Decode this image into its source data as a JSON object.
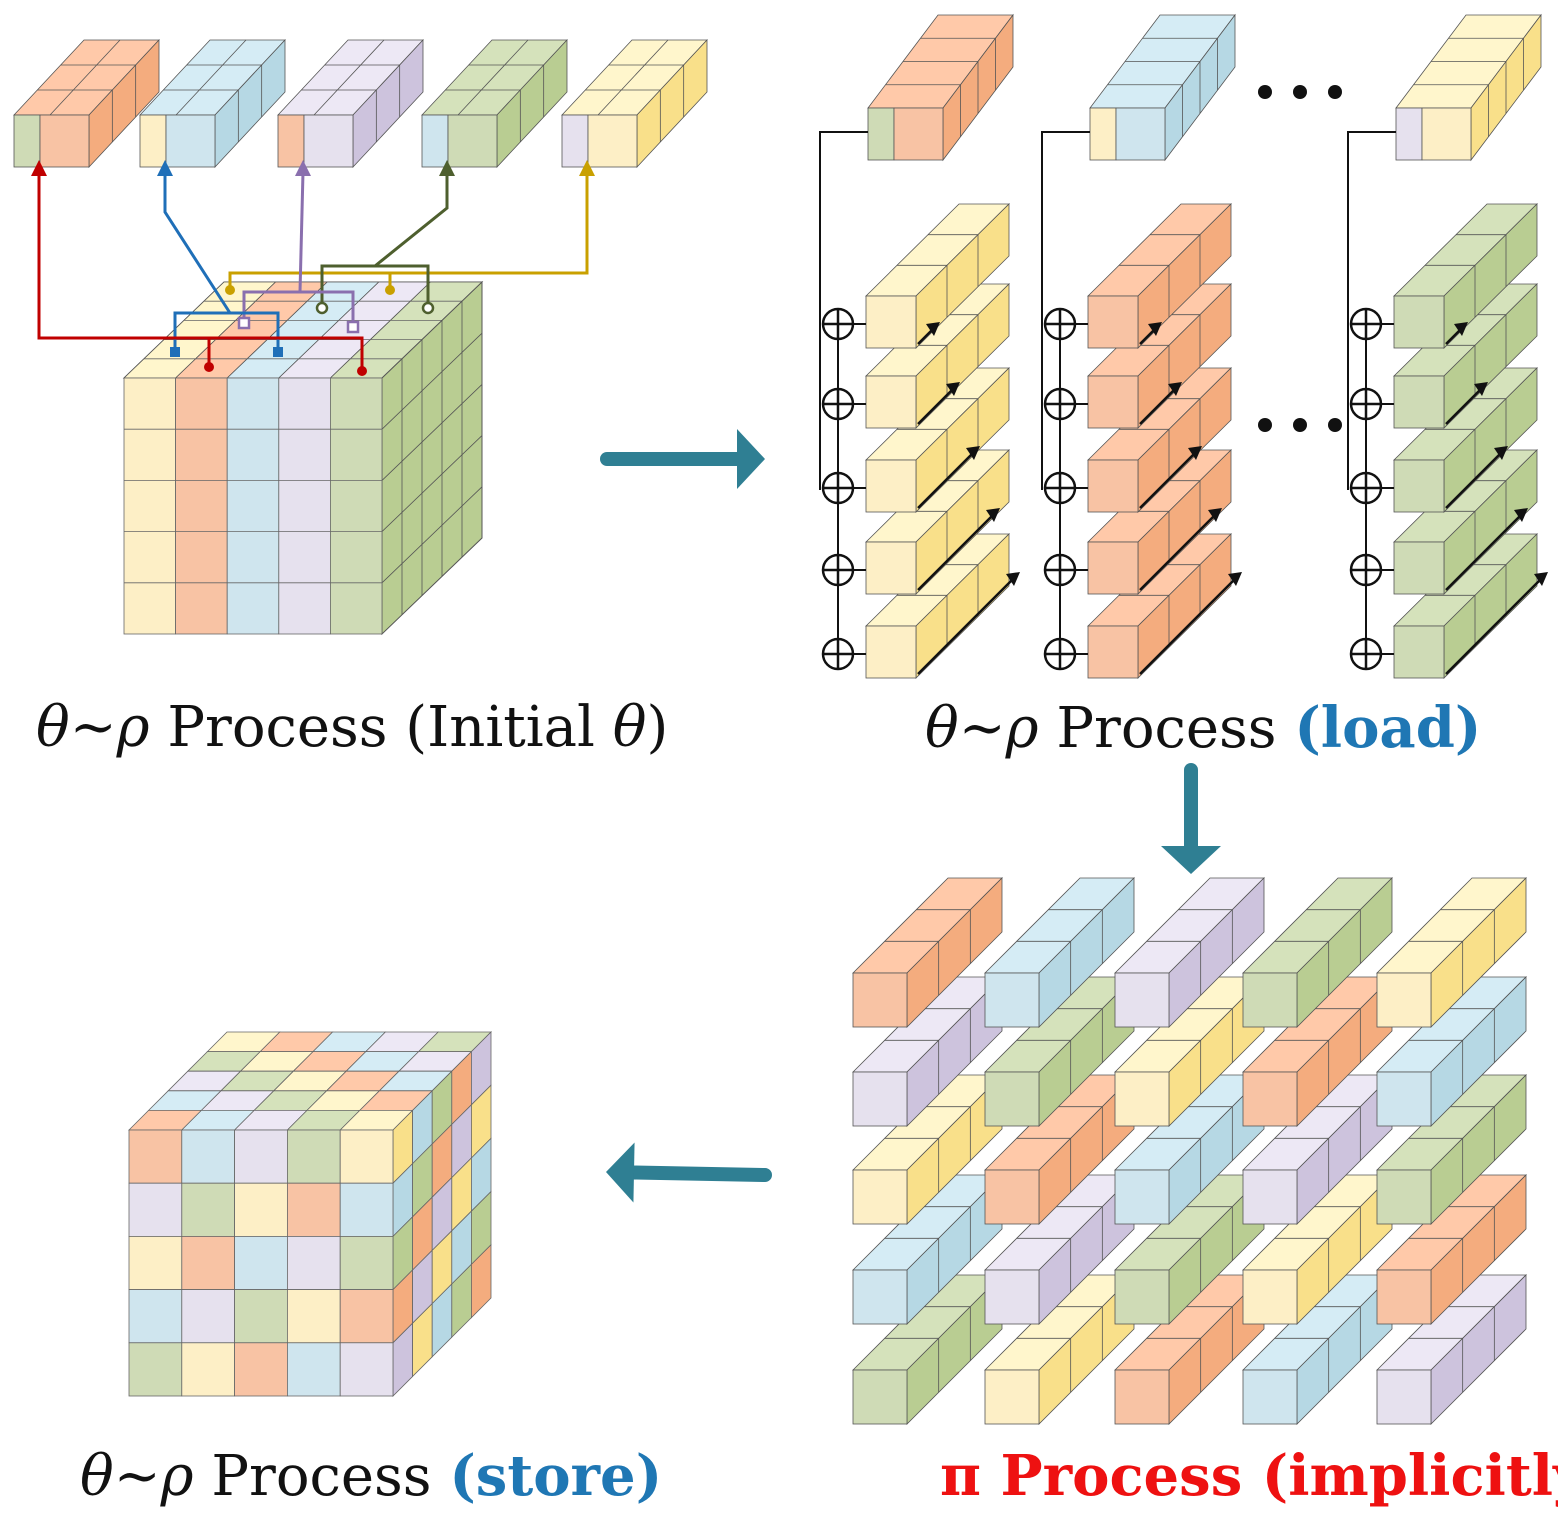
{
  "captions": {
    "top_left": {
      "prefix": "θ~ρ",
      "main": " Process (Initial ",
      "sym": "θ",
      "tail": ")"
    },
    "top_right": {
      "prefix": "θ~ρ",
      "main": " Process ",
      "highlight": "(load)"
    },
    "bottom_left": {
      "prefix": "θ~ρ",
      "main": " Process ",
      "highlight": "(store)"
    },
    "bottom_right": {
      "text": "π Process (implicitly)"
    }
  },
  "colors": {
    "yellow": "#fdefc6",
    "orange": "#f8c3a4",
    "blue": "#cfe5ee",
    "lavender": "#e6e1ee",
    "green": "#cfdbb6",
    "arrow": "#2f7f93",
    "red_line": "#c00000",
    "blue_line": "#1f6fb8",
    "purple_line": "#8a6fae",
    "olive_line": "#4e5f2e",
    "gold_line": "#c9a000"
  }
}
